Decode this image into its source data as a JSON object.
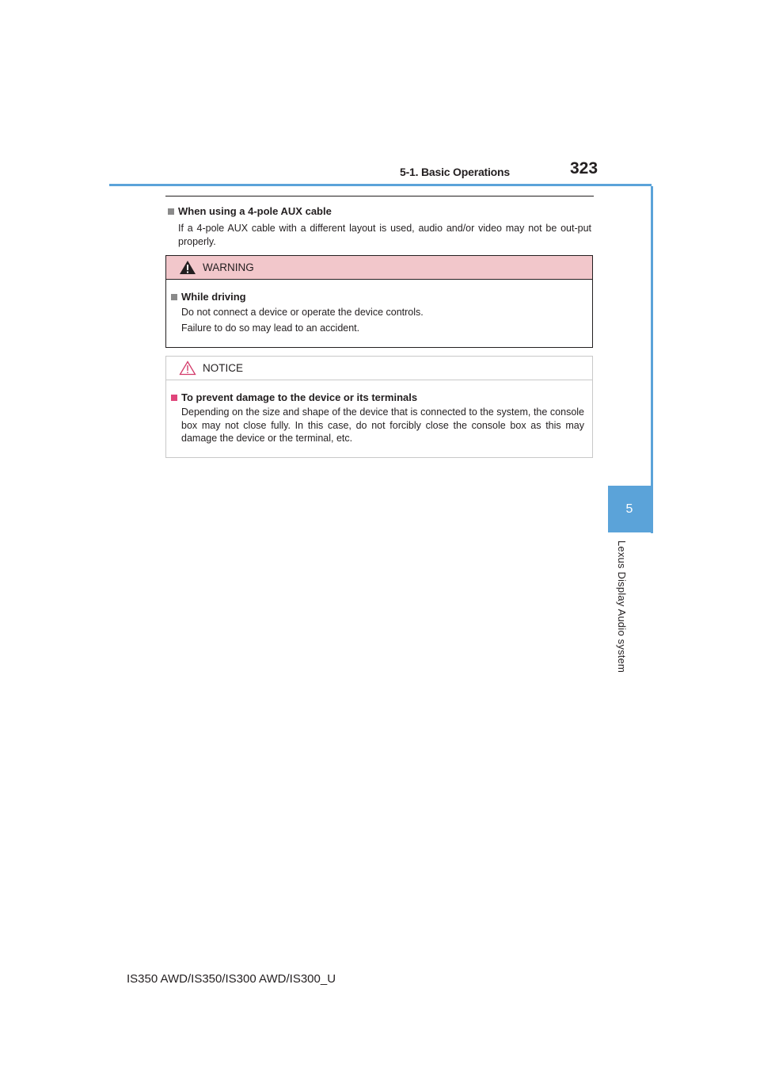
{
  "header": {
    "section": "5-1. Basic Operations",
    "page_number": "323"
  },
  "side_tab": {
    "number": "5",
    "label": "Lexus Display Audio system"
  },
  "paragraph": {
    "heading": "When using a 4-pole AUX cable",
    "text": "If a 4-pole AUX cable with a different layout is used, audio and/or video may not be out-put properly."
  },
  "warning": {
    "title": "WARNING",
    "item_heading": "While driving",
    "lines": [
      "Do not connect a device or operate the device controls.",
      "Failure to do so may lead to an accident."
    ]
  },
  "notice": {
    "title": "NOTICE",
    "item_heading": "To prevent damage to the device or its terminals",
    "text": "Depending on the size and shape of the device that is connected to the system, the console box may not close fully. In this case, do not forcibly close the console box as this may damage the device or the terminal, etc."
  },
  "footer": {
    "model": "IS350 AWD/IS350/IS300 AWD/IS300_U"
  },
  "colors": {
    "accent_blue": "#5ba3d9",
    "warning_header_bg": "#f2c7cb",
    "notice_bullet": "#e0457b",
    "bullet_gray": "#8a8a8a"
  }
}
